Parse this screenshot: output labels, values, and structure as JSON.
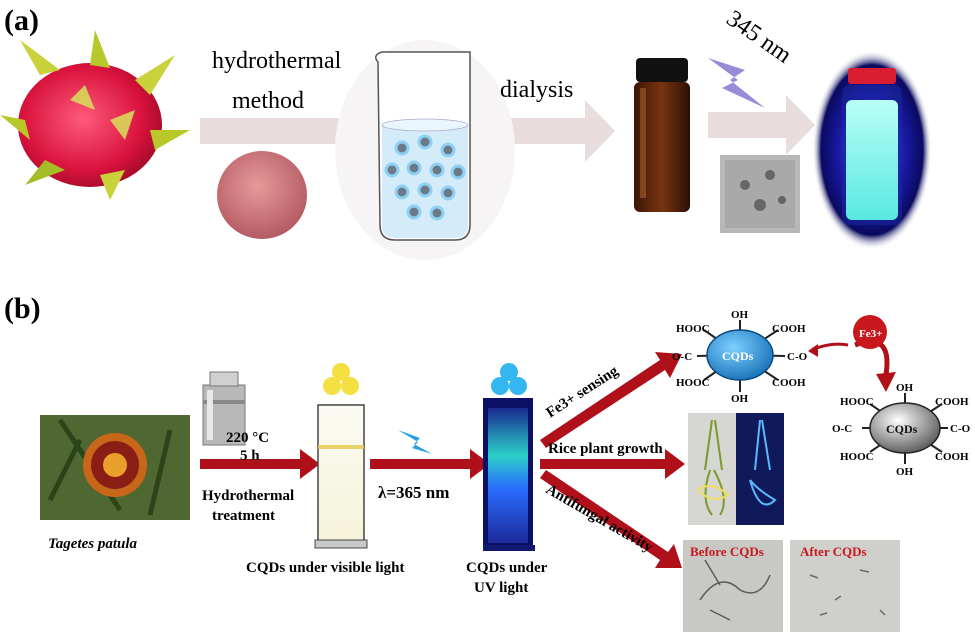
{
  "panel_a": {
    "label": "(a)",
    "step1": [
      "hydrothermal",
      "method"
    ],
    "step2": "dialysis",
    "wavelength": "345 nm"
  },
  "panel_b": {
    "label": "(b)",
    "plant": "Tagetes patula",
    "condition": [
      "220 °C",
      "5 h"
    ],
    "treatment": [
      "Hydrothermal",
      "treatment"
    ],
    "visible_caption": "CQDs under visible light",
    "excitation": "λ=365 nm",
    "uv_caption": [
      "CQDs under",
      "UV light"
    ],
    "fe_sensing": "Fe3+ sensing",
    "rice": "Rice plant growth",
    "antifungal": "Antifungal activity",
    "before": "Before CQDs",
    "after": "After CQDs",
    "cqd_core": "CQDs",
    "fe_ion": "Fe3+",
    "groups": {
      "hooc": "HOOC",
      "oh": "OH",
      "cooh": "COOH",
      "oc": "O-C",
      "co": "C-O"
    }
  },
  "colors": {
    "arrow_red": "#b0101a",
    "arrow_gray": "#e6dcdc",
    "cqd_blue": "#2a8fd6",
    "uv_glow": "#3a5cff",
    "yellow_dot": "#f5e042",
    "blue_dot": "#34b7f0"
  }
}
